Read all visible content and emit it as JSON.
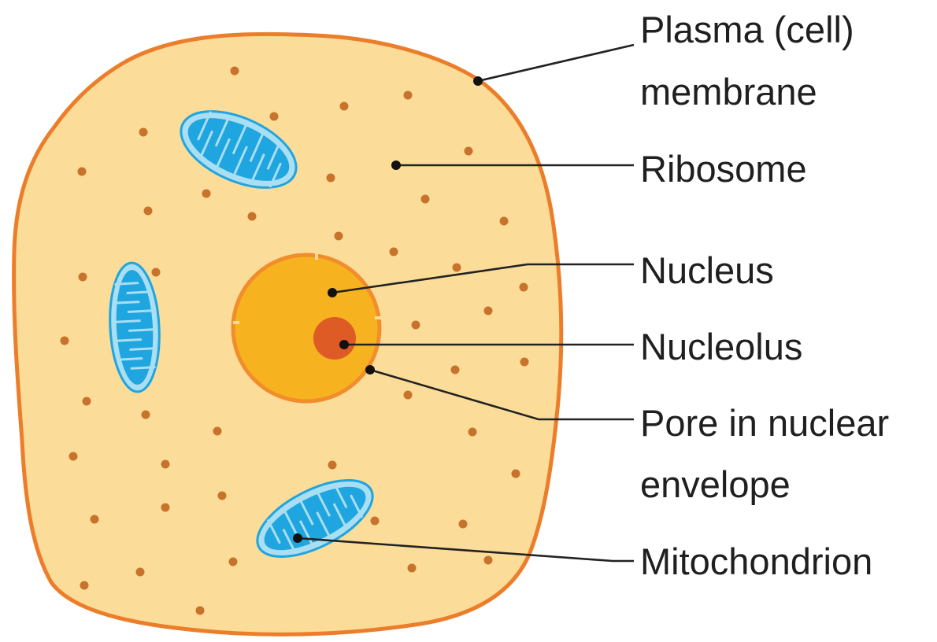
{
  "colors": {
    "cytoplasm": "#fbdc99",
    "membrane": "#ec7d2a",
    "nucleus": "#f7b31f",
    "nuclear_envelope": "#f28d2c",
    "nucleolus": "#de5b26",
    "mitochondrion_fill": "#1fa5df",
    "mitochondrion_edge": "#a9def3",
    "ribosome": "#c8732c",
    "leader": "#222222",
    "text": "#1f1f1f"
  },
  "labels": {
    "plasma_membrane_line1": "Plasma (cell)",
    "plasma_membrane_line2": "membrane",
    "ribosome": "Ribosome",
    "nucleus": "Nucleus",
    "nucleolus": "Nucleolus",
    "nuclear_pore_line1": "Pore in nuclear",
    "nuclear_pore_line2": "envelope",
    "mitochondrion": "Mitochondrion"
  }
}
